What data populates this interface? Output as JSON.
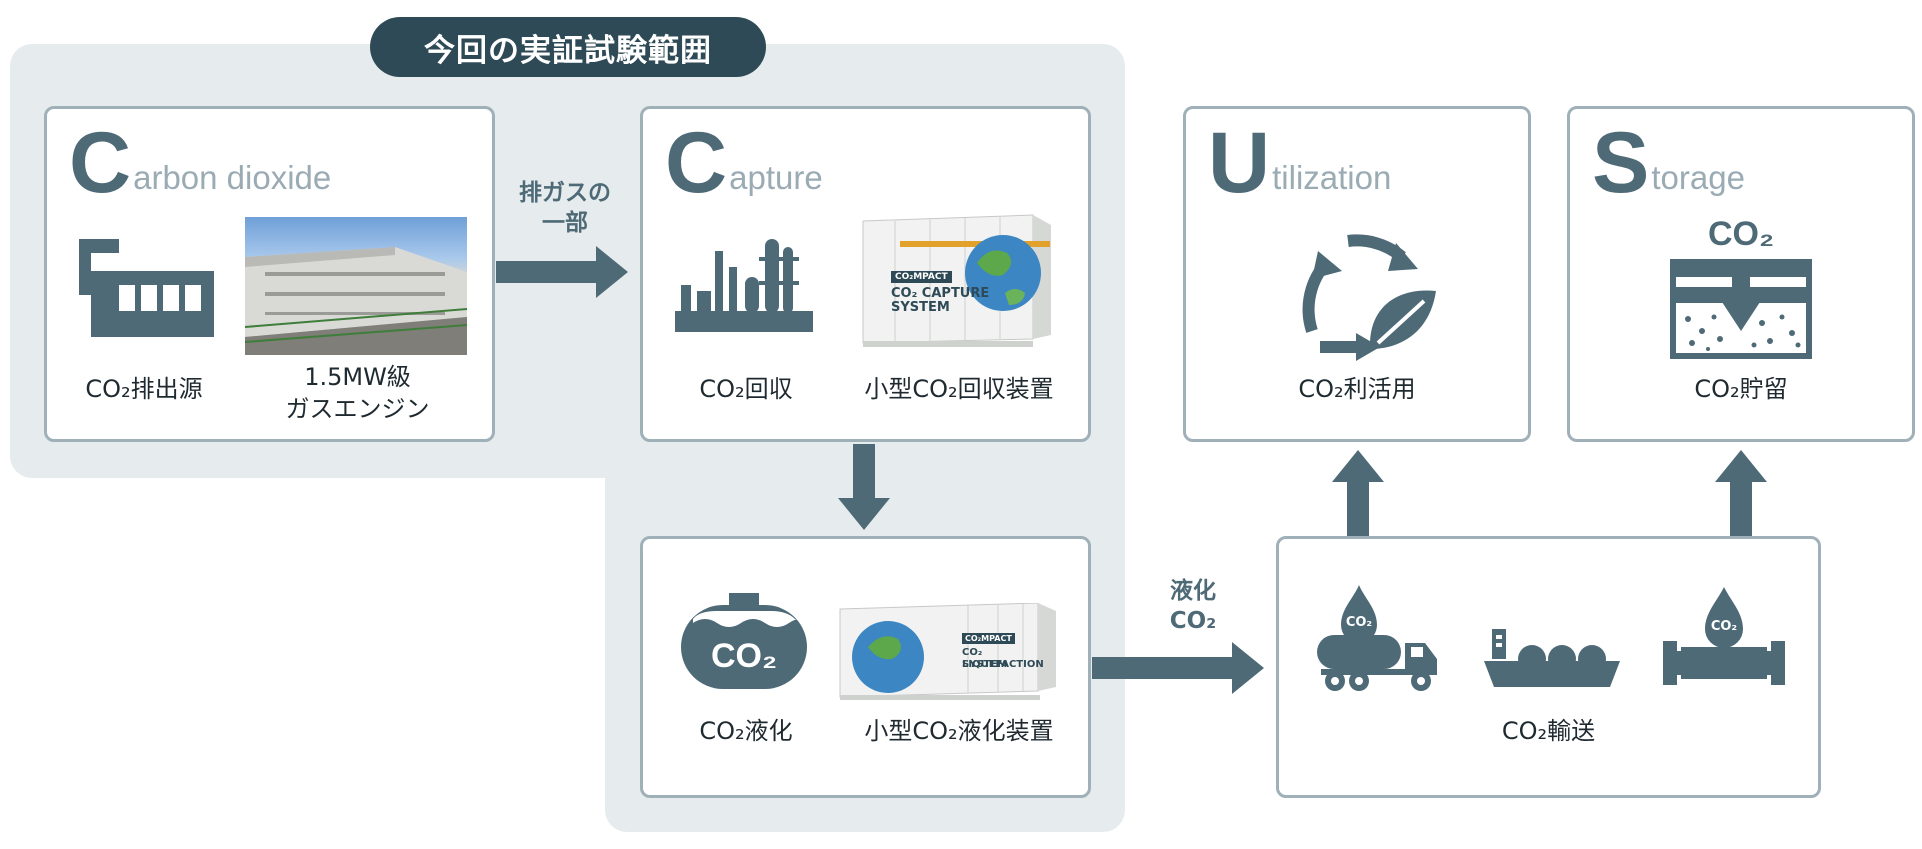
{
  "scope_label": "今回の実証試験範囲",
  "carbon": {
    "letter": "C",
    "rest": "arbon dioxide",
    "label1": "CO₂排出源",
    "label2_line1": "1.5MW級",
    "label2_line2": "ガスエンジン"
  },
  "arrow_exhaust": {
    "line1": "排ガスの",
    "line2": "一部"
  },
  "capture": {
    "letter": "C",
    "rest": "apture",
    "label1": "CO₂回収",
    "label2": "小型CO₂回収装置",
    "device_brand": "CO₂MPACT",
    "device_line1": "CO₂ CAPTURE",
    "device_line2": "SYSTEM"
  },
  "liquefaction": {
    "label1": "CO₂液化",
    "label2": "小型CO₂液化装置",
    "tank_text": "CO₂",
    "device_brand": "CO₂MPACT",
    "device_line1": "CO₂ LIQUEFACTION",
    "device_line2": "SYSTEM"
  },
  "arrow_liquid": {
    "line1": "液化",
    "line2": "CO₂"
  },
  "utilization": {
    "letter": "U",
    "rest": "tilization",
    "label": "CO₂利活用"
  },
  "storage": {
    "letter": "S",
    "rest": "torage",
    "label": "CO₂貯留",
    "icon_text": "CO₂"
  },
  "transport": {
    "label": "CO₂輸送",
    "drop_text": "CO₂"
  },
  "colors": {
    "primary": "#4f6a77",
    "border": "#9fb0b8",
    "scope_bg": "#e6eced",
    "pill": "#2e4a56"
  }
}
